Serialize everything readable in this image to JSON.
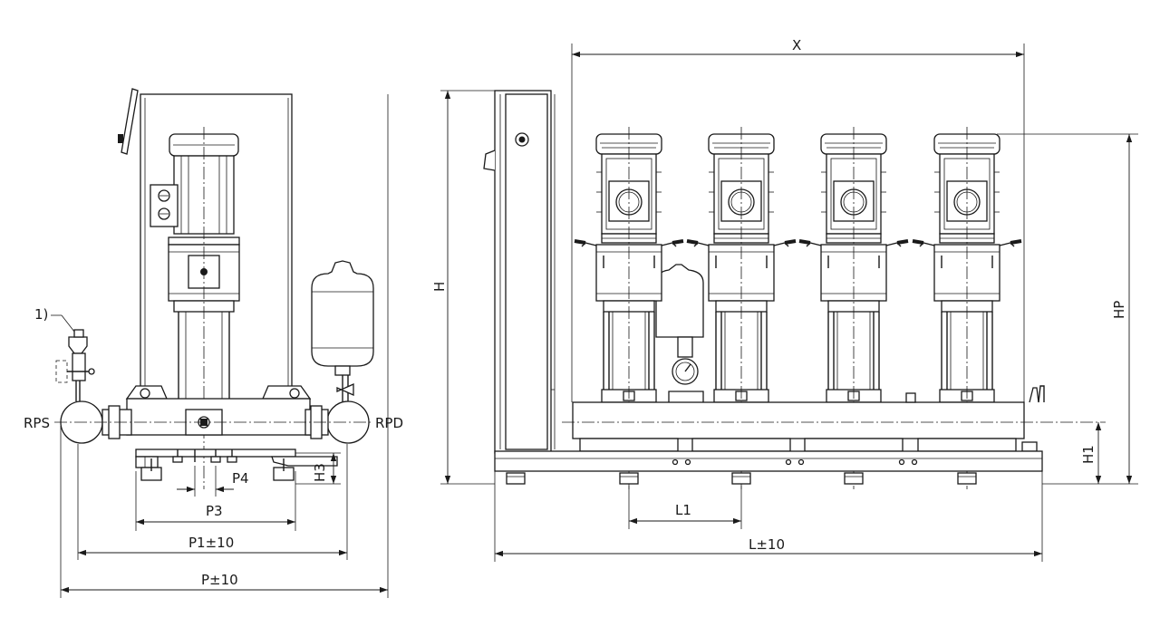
{
  "labels": {
    "note": "1)",
    "rps": "RPS",
    "rpd": "RPD",
    "p3": "P3",
    "p4": "P4",
    "h3": "H3",
    "p1": "P1±10",
    "p": "P±10",
    "x": "X",
    "h": "H",
    "hp": "HP",
    "h1": "H1",
    "l1": "L1",
    "l": "L±10"
  },
  "pump_count": 4
}
